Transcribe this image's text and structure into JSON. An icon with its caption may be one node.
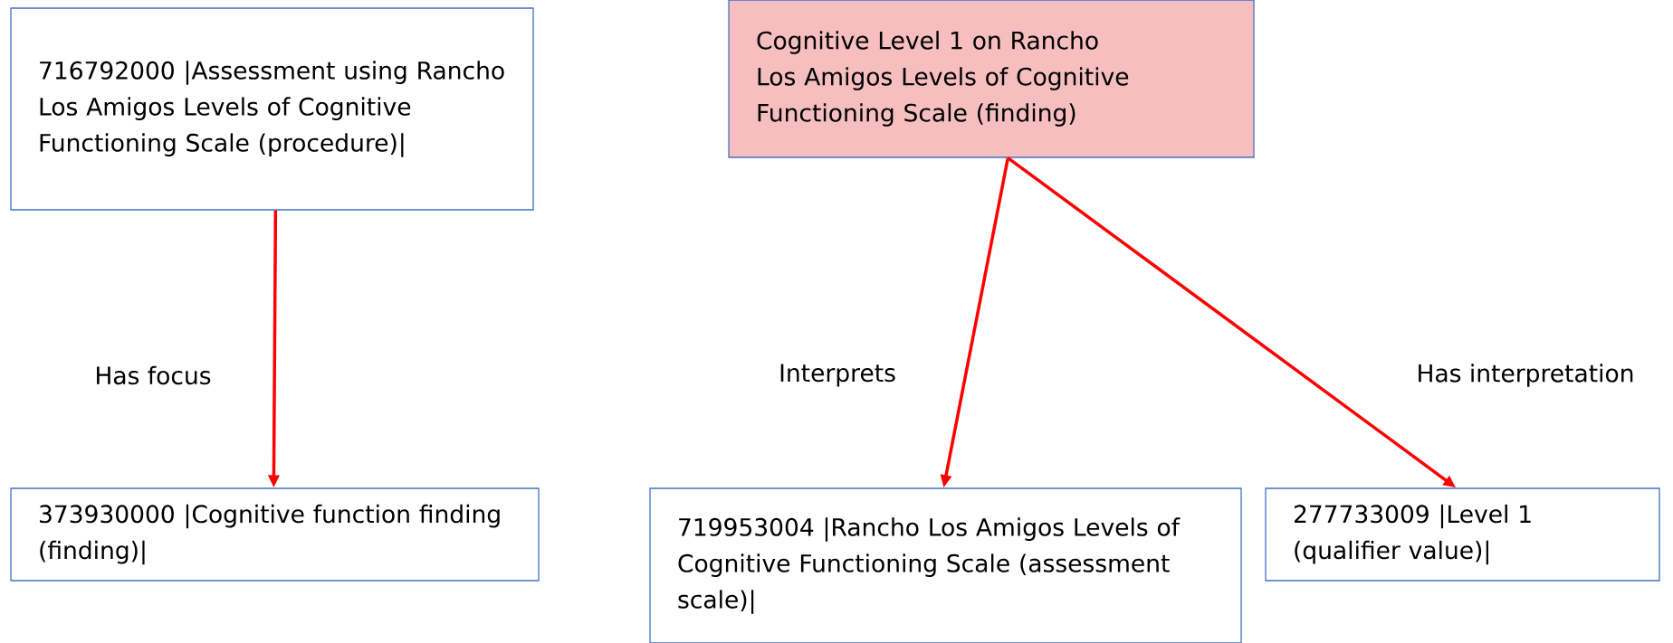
{
  "diagram": {
    "nodes": [
      {
        "text": [
          "716792000 |Assessment using Rancho Los Amigos Levels of Cognitive Functioning Scale (procedure)|"
        ]
      },
      {
        "text": [
          "Cognitive Level 1 on Rancho Los Amigos Levels of Cognitive Functioning Scale (finding)"
        ]
      },
      {
        "text": [
          "373930000 |Cognitive function finding (finding)|"
        ]
      },
      {
        "text": [
          "719953004 |Rancho Los Amigos Levels of Cognitive Functioning Scale (assessment scale)|"
        ]
      },
      {
        "text": [
          "277733009 |Level 1 (qualifier value)|"
        ]
      }
    ],
    "edges": [
      {
        "from": 0,
        "to": 2,
        "arrow": "to",
        "label": "Has focus"
      },
      {
        "from": 1,
        "to": 3,
        "arrow": "to",
        "label": "Interprets"
      },
      {
        "from": 1,
        "to": 4,
        "arrow": "to",
        "label": "Has interpretation"
      }
    ]
  }
}
